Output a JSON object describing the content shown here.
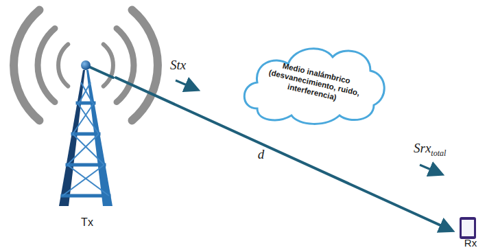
{
  "diagram": {
    "nodes": [
      {
        "text": [
          "Tx"
        ]
      },
      {
        "text": [
          "Rx"
        ]
      },
      {
        "text": [
          "Medio inalámbrico (desvanecimiento, ruido, interferencia)"
        ]
      }
    ],
    "edges": [
      {
        "from": 0,
        "to": 1,
        "arrow": "to",
        "label": "d"
      }
    ],
    "labels": [
      "Stx",
      "Srx",
      "total"
    ]
  }
}
